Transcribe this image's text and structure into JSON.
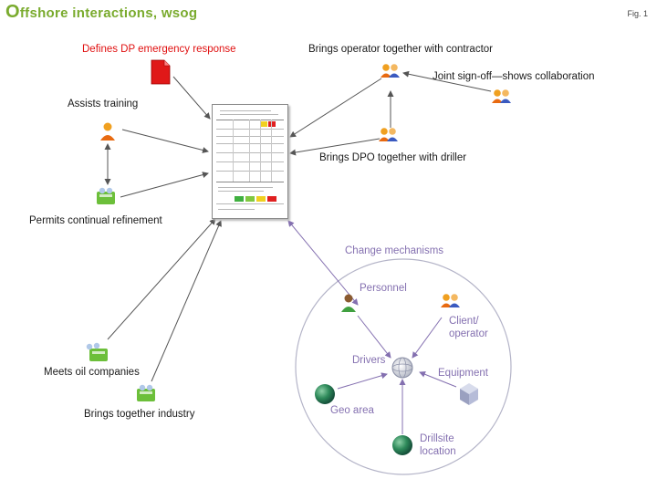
{
  "header": {
    "title_cap": "O",
    "title_rest": "ffshore interactions, wsog",
    "figure_label": "Fig. 1"
  },
  "labels": {
    "defines": "Defines DP emergency response",
    "brings_operator": "Brings operator together with contractor",
    "joint_signoff": "Joint sign-off—shows collaboration",
    "assists_training": "Assists training",
    "brings_dpo": "Brings DPO together with driller",
    "permits": "Permits continual refinement",
    "meets_oil": "Meets oil companies",
    "brings_industry": "Brings together industry",
    "change_mechanisms": "Change mechanisms",
    "personnel": "Personnel",
    "client_operator": "Client/ operator",
    "drivers": "Drivers",
    "equipment": "Equipment",
    "geo_area": "Geo area",
    "drillsite_location": "Drillsite location"
  },
  "colors": {
    "title": "#7aab2e",
    "red_text": "#e01010",
    "purple": "#8470b0",
    "arrow": "#555555",
    "circle": "#b4b4c8"
  },
  "icons": {
    "document": "document-icon",
    "person": "person-icon",
    "people": "people-icon",
    "meeting": "meeting-icon",
    "globe": "globe-icon",
    "equipment": "equipment-cube-icon",
    "hub": "drivers-hub-icon"
  }
}
